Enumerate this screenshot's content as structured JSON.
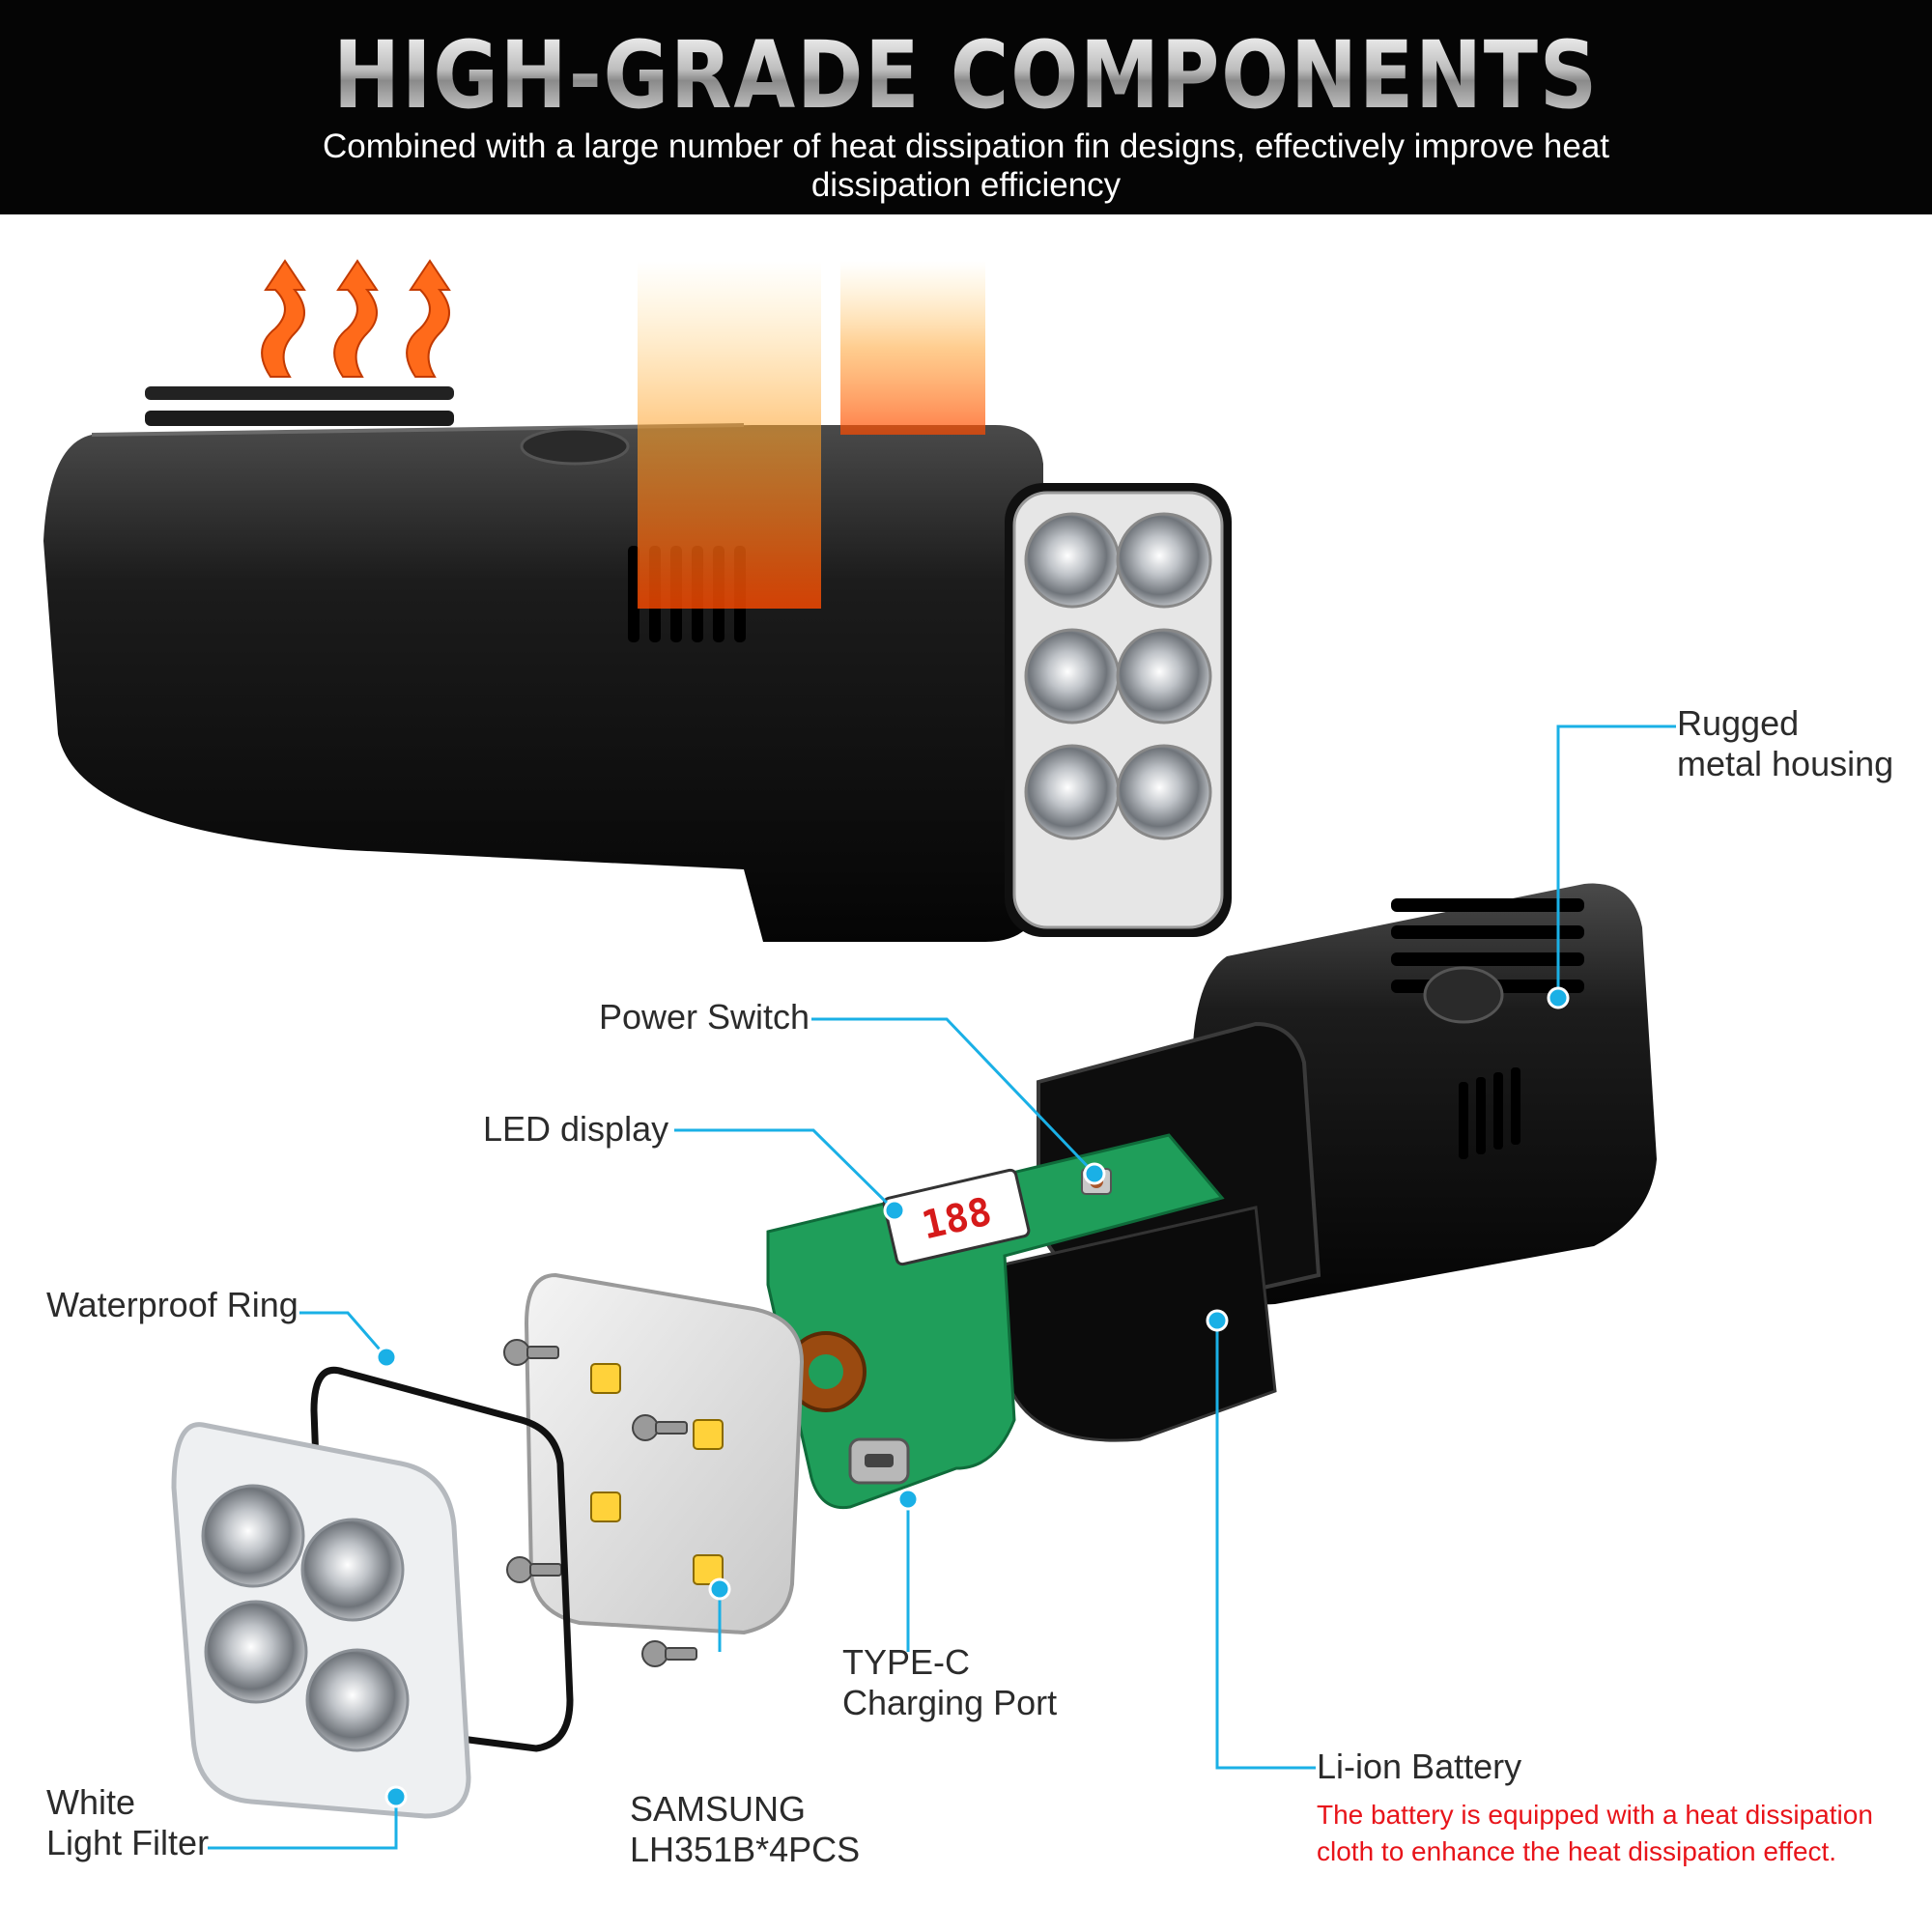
{
  "header": {
    "title": "HIGH-GRADE COMPONENTS",
    "subtitle": "Combined with a large number of heat dissipation fin designs, effectively improve heat dissipation efficiency"
  },
  "callouts": {
    "housing": {
      "line1": "Rugged",
      "line2": "metal housing"
    },
    "power_switch": "Power Switch",
    "led_display": "LED display",
    "led_digits": "188",
    "waterproof_ring": "Waterproof Ring",
    "type_c": {
      "line1": "TYPE-C",
      "line2": "Charging Port"
    },
    "battery": {
      "label": "Li-ion Battery",
      "note_line1": "The battery is equipped with a heat dissipation",
      "note_line2": "cloth to enhance the heat dissipation effect."
    },
    "leds": {
      "line1": "SAMSUNG",
      "line2": "LH351B*4PCS"
    },
    "filter": {
      "line1": "White",
      "line2": "Light Filter"
    }
  },
  "colors": {
    "header_bg": "#050505",
    "callout_line": "#1ab0e6",
    "note_text": "#e8141a",
    "pcb_green": "#1f9e5a",
    "heat_orange": "#ff7a1a"
  }
}
